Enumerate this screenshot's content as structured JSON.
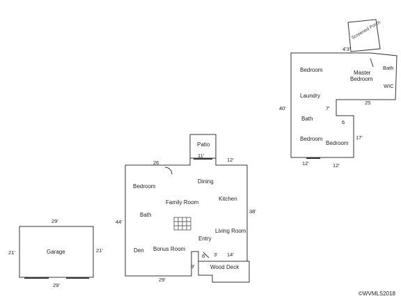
{
  "upper_floor": {
    "rooms": {
      "screened_porch": "Screened Porch",
      "bedroom_1": "Bedroom",
      "master_bedroom_line1": "Master",
      "master_bedroom_line2": "Bedroom",
      "bath_master": "Bath",
      "wic": "WIC",
      "laundry": "Laundry",
      "bath": "Bath",
      "bedroom_2": "Bedroom",
      "bedroom_3": "Bedroom"
    },
    "dims": {
      "porch": "4'3\"",
      "left": "40'",
      "notch_top": "7'",
      "notch_side": "6",
      "right_upper": "25",
      "right_lower": "17'",
      "bottom_left": "12'",
      "bottom_right": "12'"
    }
  },
  "main_floor": {
    "rooms": {
      "patio": "Patio",
      "bedroom": "Bedroom",
      "dining": "Dining",
      "family_room": "Family Room",
      "kitchen": "Kitchen",
      "bath": "Bath",
      "living_room": "Living Room",
      "entry": "Entry",
      "den": "Den",
      "bonus_room": "Bonus Room",
      "wood_deck": "Wood Deck"
    },
    "dims": {
      "patio_width": "11'",
      "top_left": "26",
      "top_right": "12'",
      "left": "44'",
      "right": "38'",
      "bottom": "29'",
      "deck_side": "9'",
      "step_a": "6'",
      "step_b": "3'",
      "step_c": "14'"
    }
  },
  "garage": {
    "label": "Garage",
    "dims": {
      "top": "29'",
      "bottom": "29'",
      "left": "21'",
      "right": "21'"
    }
  },
  "watermark": "©WVMLS2018"
}
